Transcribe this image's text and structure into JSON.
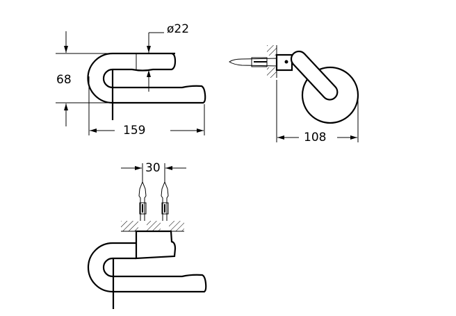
{
  "title": "Towel holder technical drawing",
  "dimensions": {
    "front_height": "68",
    "front_diameter": "ø22",
    "front_width": "159",
    "side_depth": "108",
    "anchor_spacing": "30"
  },
  "colors": {
    "line": "#000000",
    "background": "#ffffff"
  }
}
